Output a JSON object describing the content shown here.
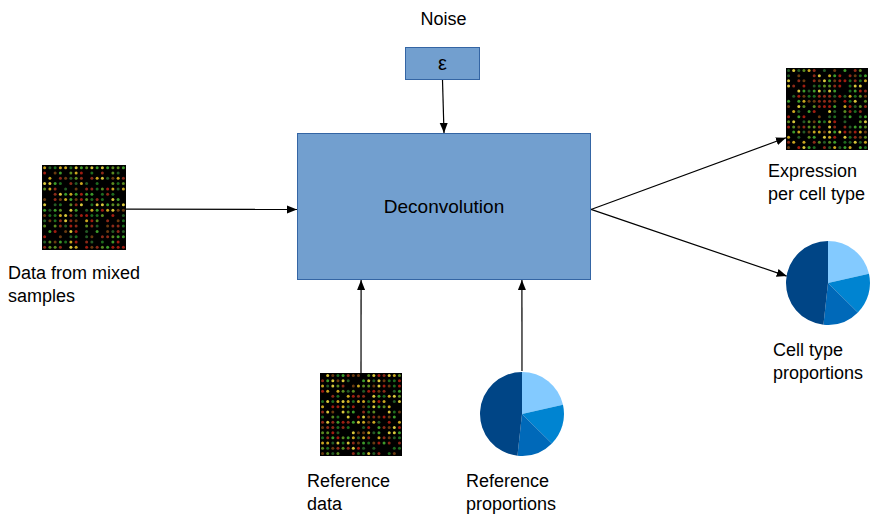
{
  "diagram": {
    "nodes": [
      {
        "text": [
          "Noise",
          "ε"
        ]
      },
      {
        "text": [
          "Data from mixed samples"
        ]
      },
      {
        "text": [
          "Deconvolution"
        ]
      },
      {
        "text": [
          "Expression per cell type"
        ]
      },
      {
        "text": [
          "Cell type proportions"
        ]
      },
      {
        "text": [
          "Reference data"
        ]
      },
      {
        "text": [
          "Reference proportions"
        ]
      }
    ],
    "edges": [
      {
        "from": 0,
        "to": 2,
        "arrow": "to"
      },
      {
        "from": 1,
        "to": 2,
        "arrow": "to"
      },
      {
        "from": 5,
        "to": 2,
        "arrow": "to"
      },
      {
        "from": 6,
        "to": 2,
        "arrow": "to"
      },
      {
        "from": 2,
        "to": 3,
        "arrow": "to"
      },
      {
        "from": 2,
        "to": 4,
        "arrow": "to"
      }
    ]
  }
}
